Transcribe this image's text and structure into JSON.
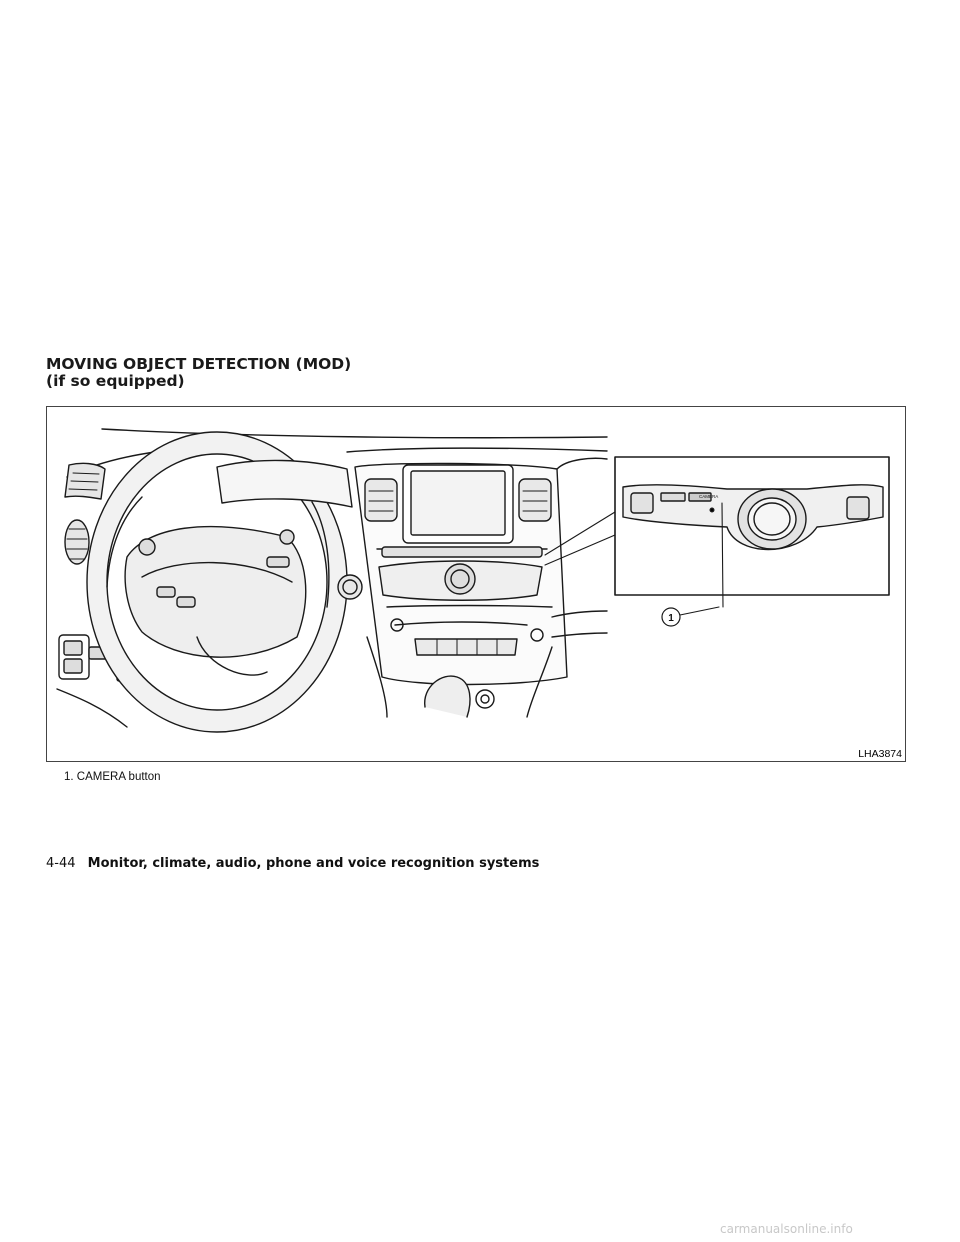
{
  "heading": {
    "line1": "MOVING OBJECT DETECTION (MOD)",
    "line2": "(if so equipped)"
  },
  "figure": {
    "id": "LHA3874",
    "callout_number": "1",
    "inset_button_label": "CAMERA"
  },
  "caption": "1.  CAMERA button",
  "footer": {
    "page_number": "4-44",
    "section_title": "Monitor, climate, audio, phone and voice recognition systems"
  },
  "watermark": "carmanualsonline.info"
}
